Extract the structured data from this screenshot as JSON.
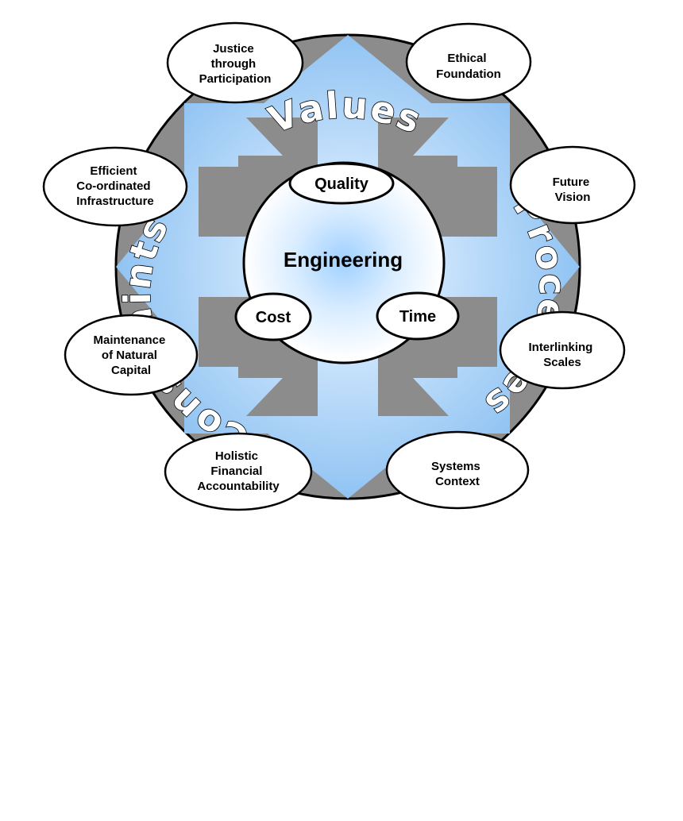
{
  "diagram": {
    "center": "Engineering",
    "core": {
      "quality": "Quality",
      "cost": "Cost",
      "time": "Time"
    },
    "arc_words": {
      "values": "Values",
      "processes": "Processes",
      "constraints": "Constraints"
    },
    "outer": {
      "justice": [
        "Justice",
        "through",
        "Participation"
      ],
      "ethical": [
        "Ethical",
        "Foundation"
      ],
      "future": [
        "Future",
        "Vision"
      ],
      "interlinking": [
        "Interlinking",
        "Scales"
      ],
      "systems": [
        "Systems",
        "Context"
      ],
      "holistic": [
        "Holistic",
        "Financial",
        "Accountability"
      ],
      "maintenance": [
        "Maintenance",
        "of Natural",
        "Capital"
      ],
      "efficient": [
        "Efficient",
        "Co-ordinated",
        "Infrastructure"
      ]
    },
    "colors": {
      "outer_circle": "#8c8c8c",
      "arrow_light": "#e8f3ff",
      "arrow_blue": "#8ec2f2",
      "center_glow": "#9fd0ff",
      "outline": "#000000"
    }
  }
}
